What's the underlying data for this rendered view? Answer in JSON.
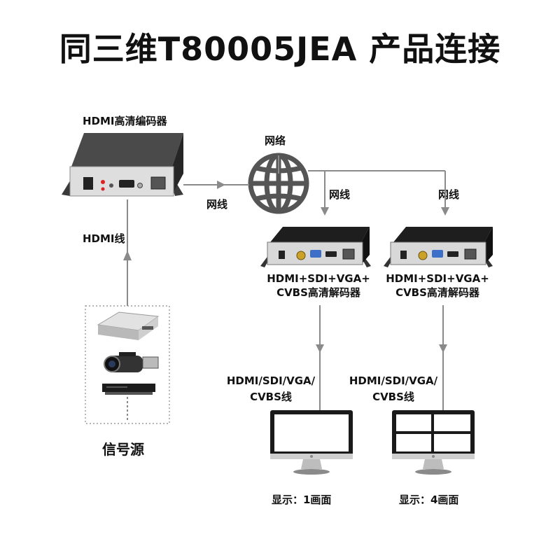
{
  "title": "同三维T80005JEA 产品连接",
  "encoder": {
    "label": "HDMI高清编码器"
  },
  "network": {
    "label": "网络",
    "cable_left": "网线",
    "cable_a": "网线",
    "cable_b": "网线"
  },
  "hdmi_cable": "HDMI线",
  "decoders": [
    {
      "label_line1": "HDMI+SDI+VGA+",
      "label_line2": "CVBS高清解码器"
    },
    {
      "label_line1": "HDMI+SDI+VGA+",
      "label_line2": "CVBS高清解码器"
    }
  ],
  "output_cables": [
    {
      "line1": "HDMI/SDI/VGA/",
      "line2": "CVBS线"
    },
    {
      "line1": "HDMI/SDI/VGA/",
      "line2": "CVBS线"
    }
  ],
  "displays": [
    {
      "caption": "显示：1画面"
    },
    {
      "caption": "显示：4画面"
    }
  ],
  "signal_source": {
    "label": "信号源"
  },
  "colors": {
    "line": "#8a8a8a",
    "device_dark": "#2a2a2a",
    "globe": "#555555"
  }
}
